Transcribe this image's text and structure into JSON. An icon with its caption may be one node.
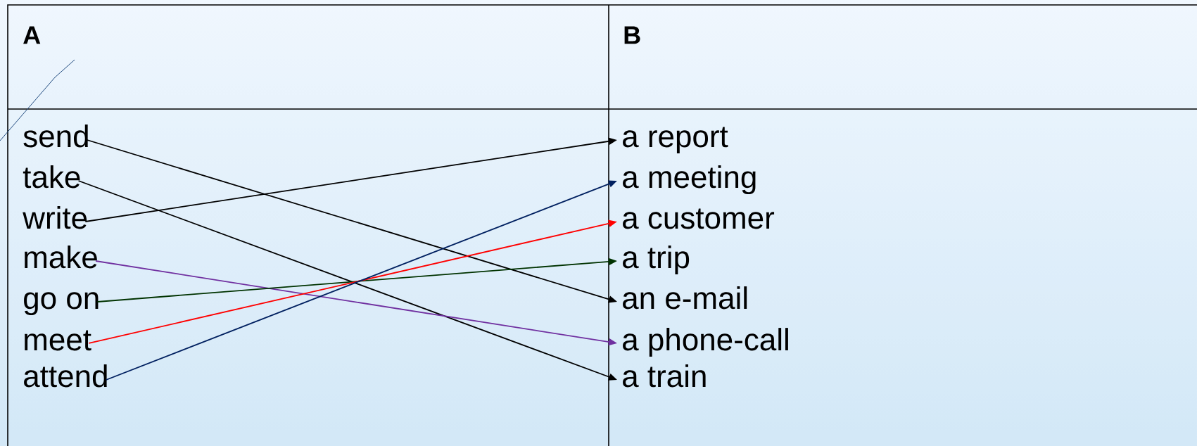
{
  "diagram": {
    "nodes": [
      {
        "text": [
          "send"
        ]
      },
      {
        "text": [
          "take"
        ]
      },
      {
        "text": [
          "write"
        ]
      },
      {
        "text": [
          "make"
        ]
      },
      {
        "text": [
          "go on"
        ]
      },
      {
        "text": [
          "meet"
        ]
      },
      {
        "text": [
          "attend"
        ]
      },
      {
        "text": [
          "a report"
        ]
      },
      {
        "text": [
          "a meeting"
        ]
      },
      {
        "text": [
          "a customer"
        ]
      },
      {
        "text": [
          "a trip"
        ]
      },
      {
        "text": [
          "an e-mail"
        ]
      },
      {
        "text": [
          "a phone-call"
        ]
      },
      {
        "text": [
          "a train"
        ]
      }
    ],
    "edges": [
      {
        "from": 0,
        "to": 11,
        "arrow": "to"
      },
      {
        "from": 1,
        "to": 13,
        "arrow": "to"
      },
      {
        "from": 2,
        "to": 7,
        "arrow": "to"
      },
      {
        "from": 3,
        "to": 12,
        "arrow": "to",
        "color": "#7030a0"
      },
      {
        "from": 4,
        "to": 10,
        "arrow": "to",
        "color": "#003300"
      },
      {
        "from": 5,
        "to": 9,
        "arrow": "to",
        "color": "#ff0000"
      },
      {
        "from": 6,
        "to": 8,
        "arrow": "to",
        "color": "#002060"
      }
    ],
    "labels": [
      "A",
      "B"
    ]
  }
}
